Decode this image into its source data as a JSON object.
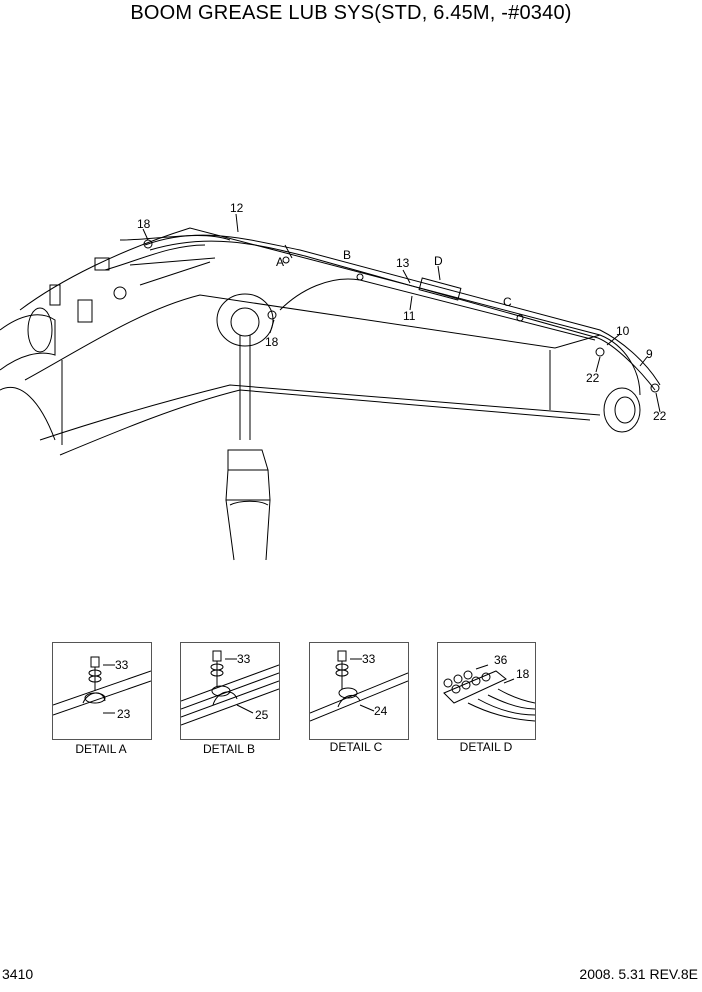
{
  "title": "BOOM GREASE LUB SYS(STD, 6.45M, -#0340)",
  "footer": {
    "page_number": "3410",
    "revision": "2008. 5.31  REV.8E"
  },
  "callouts": {
    "c18a": "18",
    "c12": "12",
    "cA": "A",
    "cB": "B",
    "c13": "13",
    "cD": "D",
    "c11": "11",
    "c18b": "18",
    "cC": "C",
    "c10": "10",
    "c9": "9",
    "c22a": "22",
    "c22b": "22"
  },
  "details": [
    {
      "caption": "DETAIL  A",
      "part_top": "33",
      "part_bottom": "23"
    },
    {
      "caption": "DETAIL  B",
      "part_top": "33",
      "part_bottom": "25"
    },
    {
      "caption": "DETAIL  C",
      "part_top": "33",
      "part_bottom": "24"
    },
    {
      "caption": "DETAIL  D",
      "part_top": "36",
      "part_bottom": "18"
    }
  ]
}
